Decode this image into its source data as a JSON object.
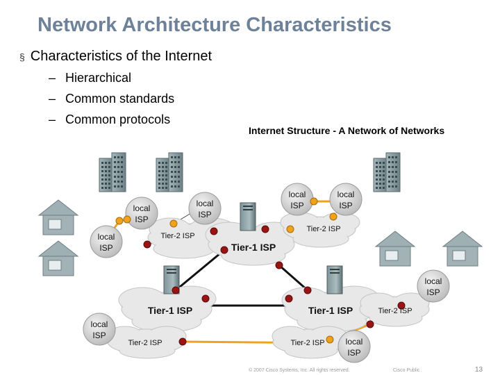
{
  "slide": {
    "title": "Network Architecture Characteristics",
    "bullet_marker": "§",
    "bullet": "Characteristics of the Internet",
    "sub_bullets": [
      "Hierarchical",
      "Common standards",
      "Common protocols"
    ],
    "sub_dash": "–"
  },
  "diagram": {
    "title": "Internet Structure - A Network of Networks",
    "tier1_labels": [
      "Tier-1 ISP",
      "Tier-1 ISP",
      "Tier-1 ISP"
    ],
    "tier2_labels": [
      "Tier-2 ISP",
      "Tier-2 ISP",
      "Tier-2 ISP",
      "Tier-2 ISP",
      "Tier-2 ISP"
    ],
    "local_isp_lines": [
      "local",
      "ISP"
    ],
    "colors": {
      "cloud": "#e8e8e8",
      "cloud_stroke": "#c4c4c4",
      "router_dot": "#9b1414",
      "local_dot": "#f0a21c",
      "orange_link": "#f0a21c",
      "black_link": "#111111",
      "title": "#6d8199"
    },
    "icons": [
      "building-icon",
      "house-icon",
      "server-icon"
    ]
  },
  "footer": {
    "copyright": "© 2007 Cisco Systems, Inc. All rights reserved.",
    "classification": "Cisco Public",
    "page_number": "13"
  }
}
